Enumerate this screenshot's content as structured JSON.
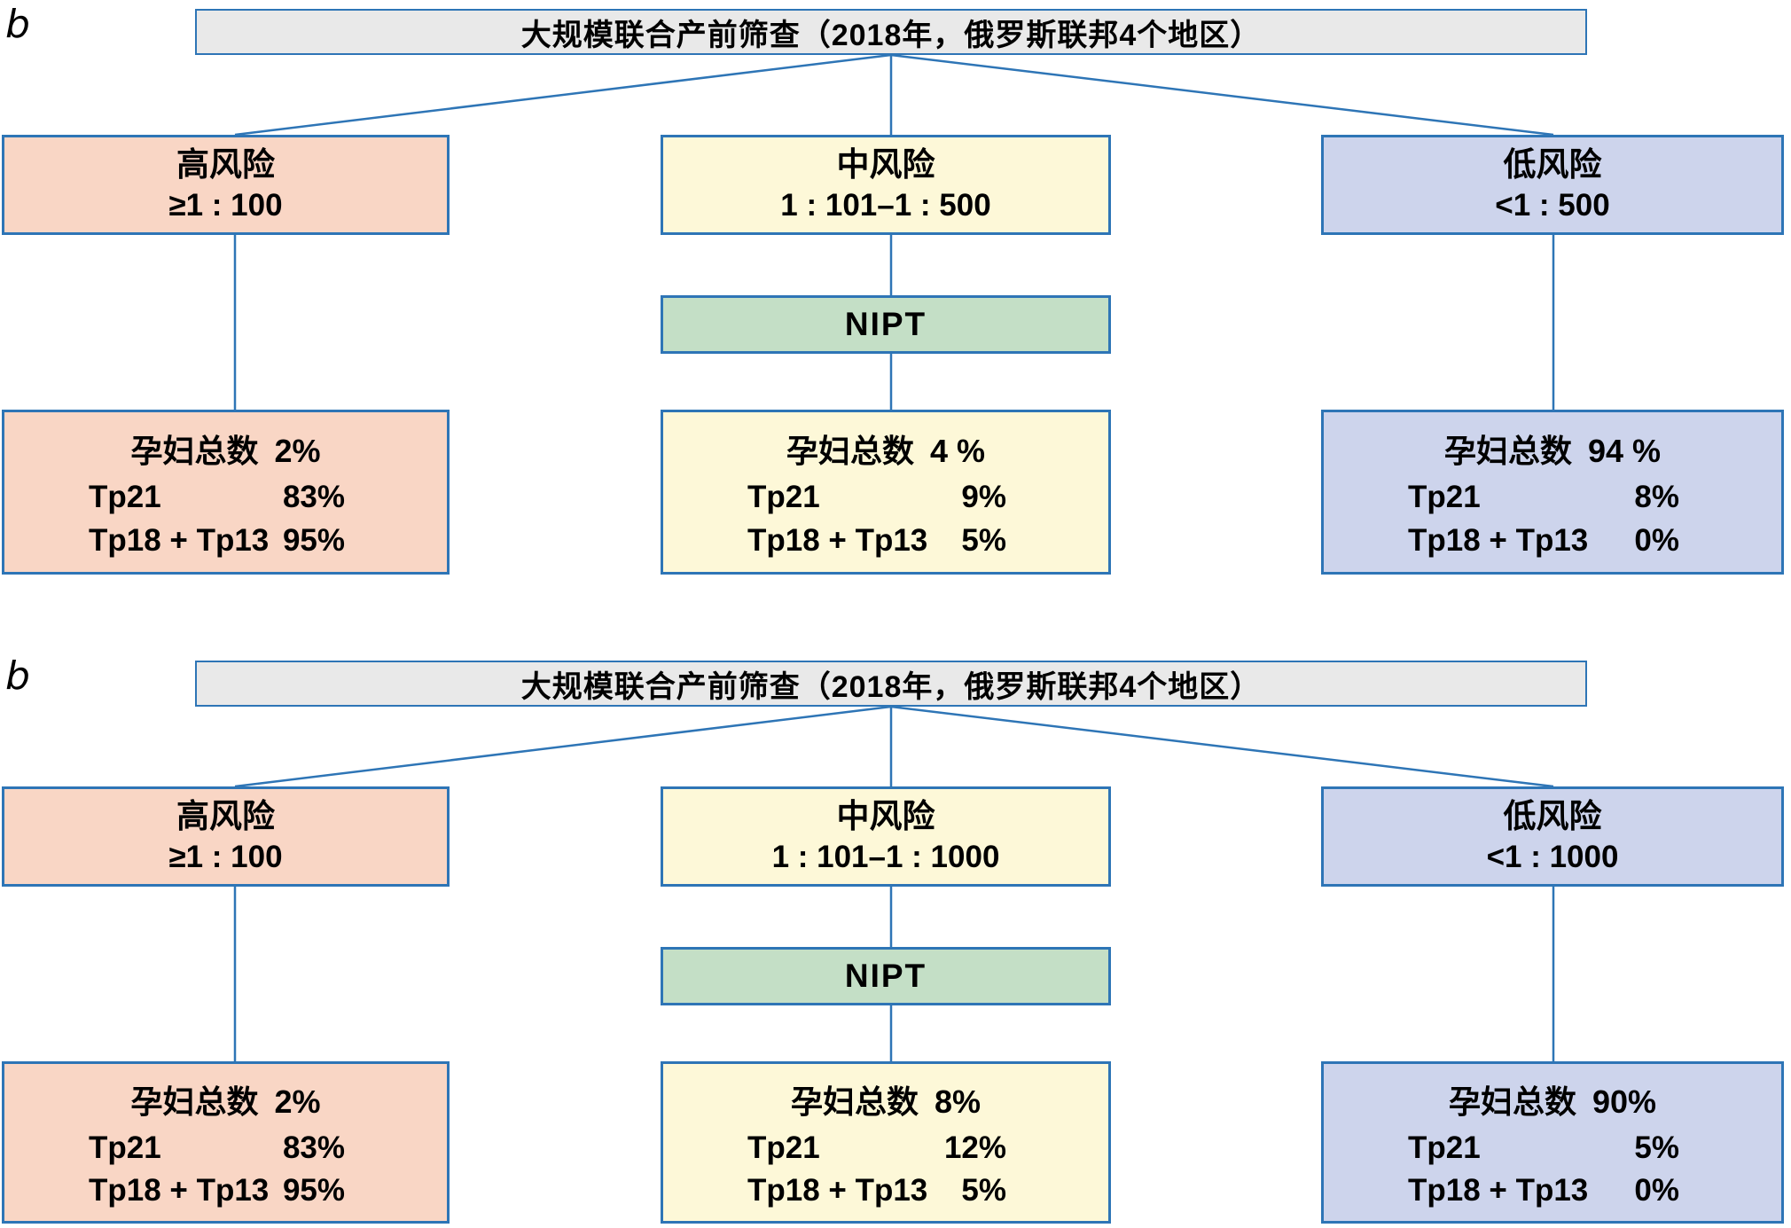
{
  "colors": {
    "border": "#2e75b6",
    "line": "#2e75b6",
    "title_bg": "#e9e9e9",
    "high_bg": "#f9d6c5",
    "mid_bg": "#fdf8d8",
    "low_bg": "#cdd4ec",
    "nipt_bg": "#c4dfc6"
  },
  "panels": [
    {
      "label": "b",
      "title": "大规模联合产前筛查（2018年，俄罗斯联邦4个地区）",
      "nipt_label": "NIPT",
      "columns": [
        {
          "risk_title": "高风险",
          "risk_range": "≥1 : 100",
          "header_label": "孕妇总数",
          "header_value": "2%",
          "rows": [
            {
              "label": "Tp21",
              "value": "83%"
            },
            {
              "label": "Tp18 + Tp13",
              "value": "95%"
            }
          ]
        },
        {
          "risk_title": "中风险",
          "risk_range": "1 : 101–1 : 500",
          "header_label": "孕妇总数",
          "header_value": "4 %",
          "rows": [
            {
              "label": "Tp21",
              "value": "9%"
            },
            {
              "label": "Tp18 + Tp13",
              "value": "5%"
            }
          ]
        },
        {
          "risk_title": "低风险",
          "risk_range": "<1 : 500",
          "header_label": "孕妇总数",
          "header_value": "94 %",
          "rows": [
            {
              "label": "Tp21",
              "value": "8%"
            },
            {
              "label": "Tp18 + Tp13",
              "value": "0%"
            }
          ]
        }
      ]
    },
    {
      "label": "b",
      "title": "大规模联合产前筛查（2018年，俄罗斯联邦4个地区）",
      "nipt_label": "NIPT",
      "columns": [
        {
          "risk_title": "高风险",
          "risk_range": "≥1 : 100",
          "header_label": "孕妇总数",
          "header_value": "2%",
          "rows": [
            {
              "label": "Tp21",
              "value": "83%"
            },
            {
              "label": "Tp18 + Tp13",
              "value": "95%"
            }
          ]
        },
        {
          "risk_title": "中风险",
          "risk_range": "1 : 101–1 : 1000",
          "header_label": "孕妇总数",
          "header_value": "8%",
          "rows": [
            {
              "label": "Tp21",
              "value": "12%"
            },
            {
              "label": "Tp18 + Tp13",
              "value": "5%"
            }
          ]
        },
        {
          "risk_title": "低风险",
          "risk_range": "<1 : 1000",
          "header_label": "孕妇总数",
          "header_value": "90%",
          "rows": [
            {
              "label": "Tp21",
              "value": "5%"
            },
            {
              "label": "Tp18 + Tp13",
              "value": "0%"
            }
          ]
        }
      ]
    }
  ]
}
